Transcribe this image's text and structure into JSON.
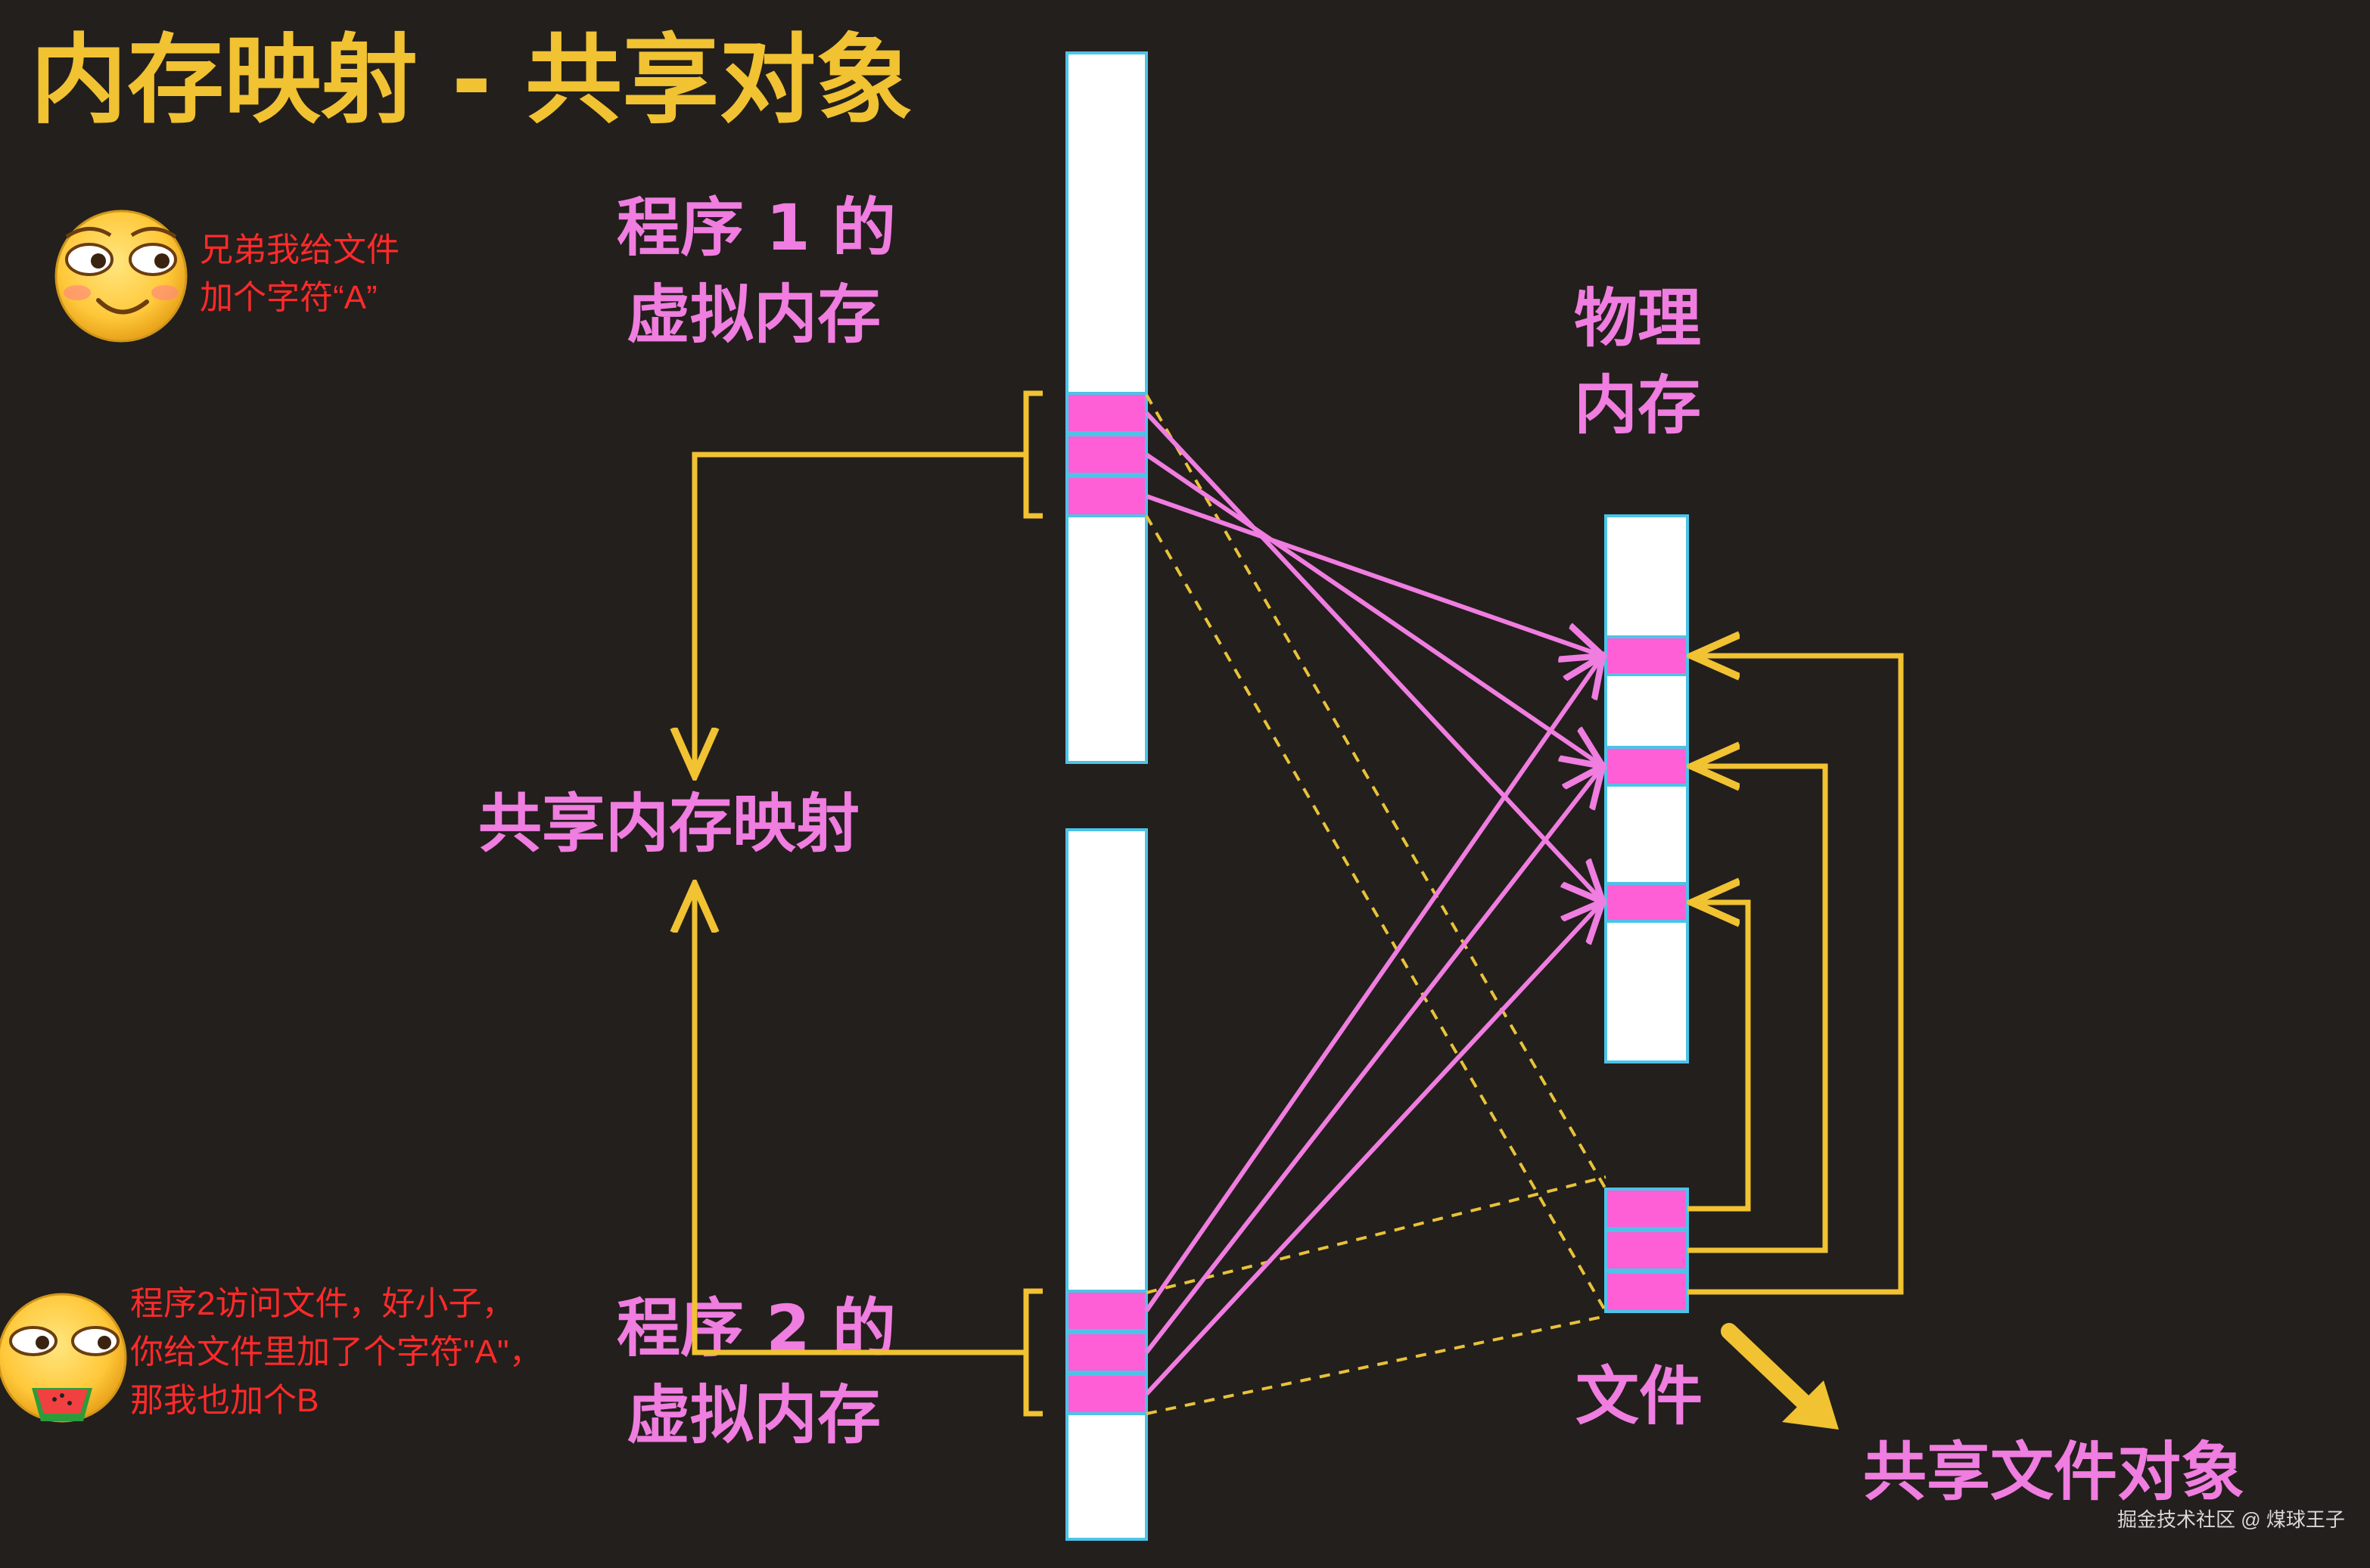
{
  "title": "内存映射 - 共享对象",
  "program1": {
    "line1": "程序 1 的",
    "line2": "虚拟内存"
  },
  "program2": {
    "line1": "程序 2 的",
    "line2": "虚拟内存"
  },
  "physical": {
    "line1": "物理",
    "line2": "内存"
  },
  "shared_mapping_label": "共享内存映射",
  "file_label": "文件",
  "shared_file_object_label": "共享文件对象",
  "note_top": {
    "line1": "兄弟我给文件",
    "line2": "加个字符“A”"
  },
  "note_bottom": {
    "line1": "程序2访问文件，好小子，",
    "line2": "你给文件里加了个字符\"A\"，",
    "line3": " 那我也加个B"
  },
  "watermark": "掘金技术社区 @ 煤球王子",
  "colors": {
    "background": "#231f1c",
    "title_yellow": "#f1c232",
    "pink": "#f07de0",
    "page_fill": "#ff5fd6",
    "bar_border": "#4dc3e8",
    "note_red": "#ff2a2a"
  },
  "icons": [
    "smirk-emoji-icon",
    "watermelon-emoji-icon",
    "arrow-down-right-icon"
  ]
}
